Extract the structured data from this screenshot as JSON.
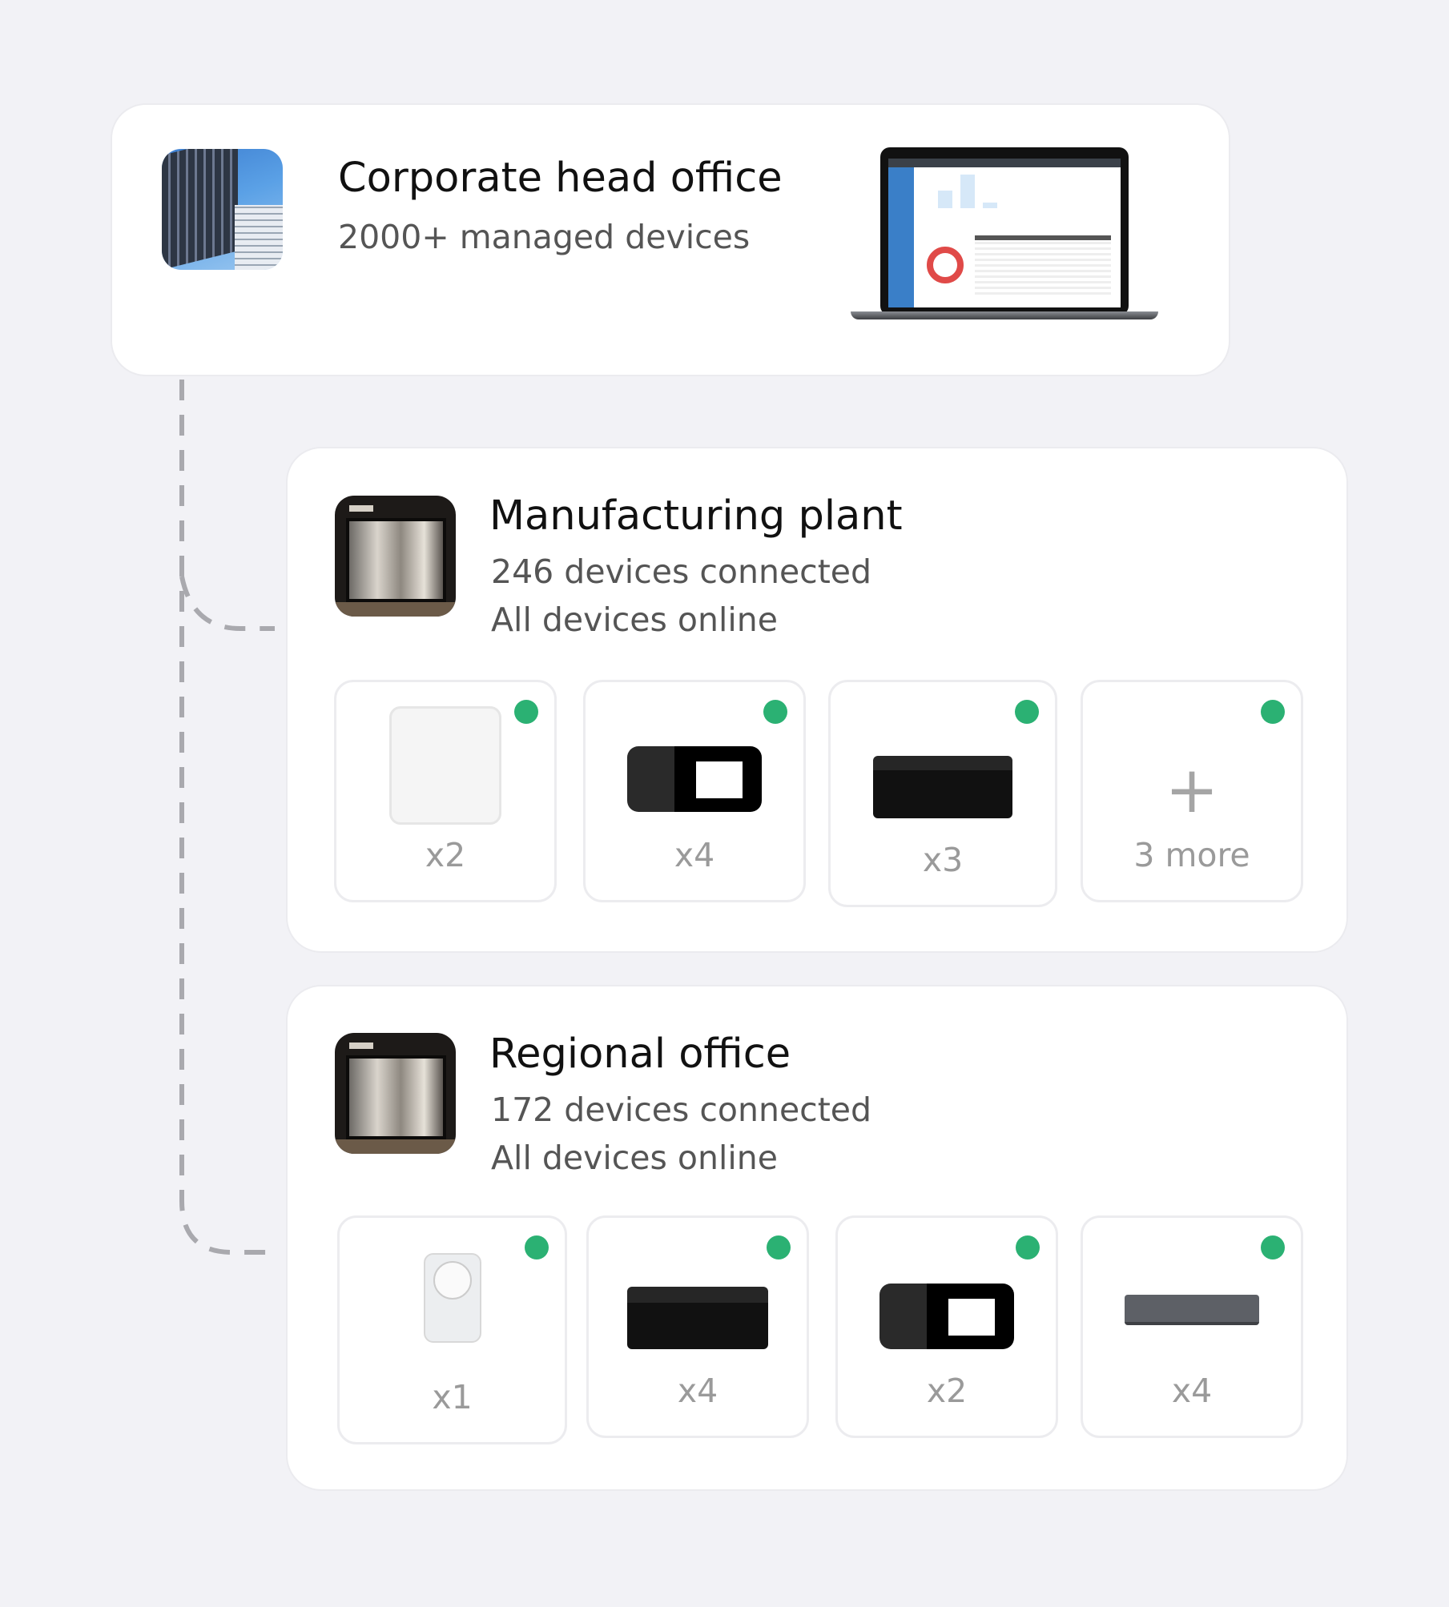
{
  "head_office": {
    "title": "Corporate head office",
    "subtitle": "2000+ managed devices"
  },
  "sites": [
    {
      "title": "Manufacturing plant",
      "devices": "246 devices connected",
      "status": "All devices online",
      "tiles": [
        {
          "device": "access-point",
          "count": "x2"
        },
        {
          "device": "mobile-hotspot",
          "count": "x4"
        },
        {
          "device": "router",
          "count": "x3"
        },
        {
          "device": "more",
          "count": "3 more"
        }
      ]
    },
    {
      "title": "Regional office",
      "devices": "172 devices connected",
      "status": "All devices online",
      "tiles": [
        {
          "device": "outdoor-cpe",
          "count": "x1"
        },
        {
          "device": "router",
          "count": "x4"
        },
        {
          "device": "mobile-hotspot",
          "count": "x2"
        },
        {
          "device": "gateway",
          "count": "x4"
        }
      ]
    }
  ],
  "colors": {
    "online": "#2bb173",
    "background": "#f2f2f6"
  }
}
